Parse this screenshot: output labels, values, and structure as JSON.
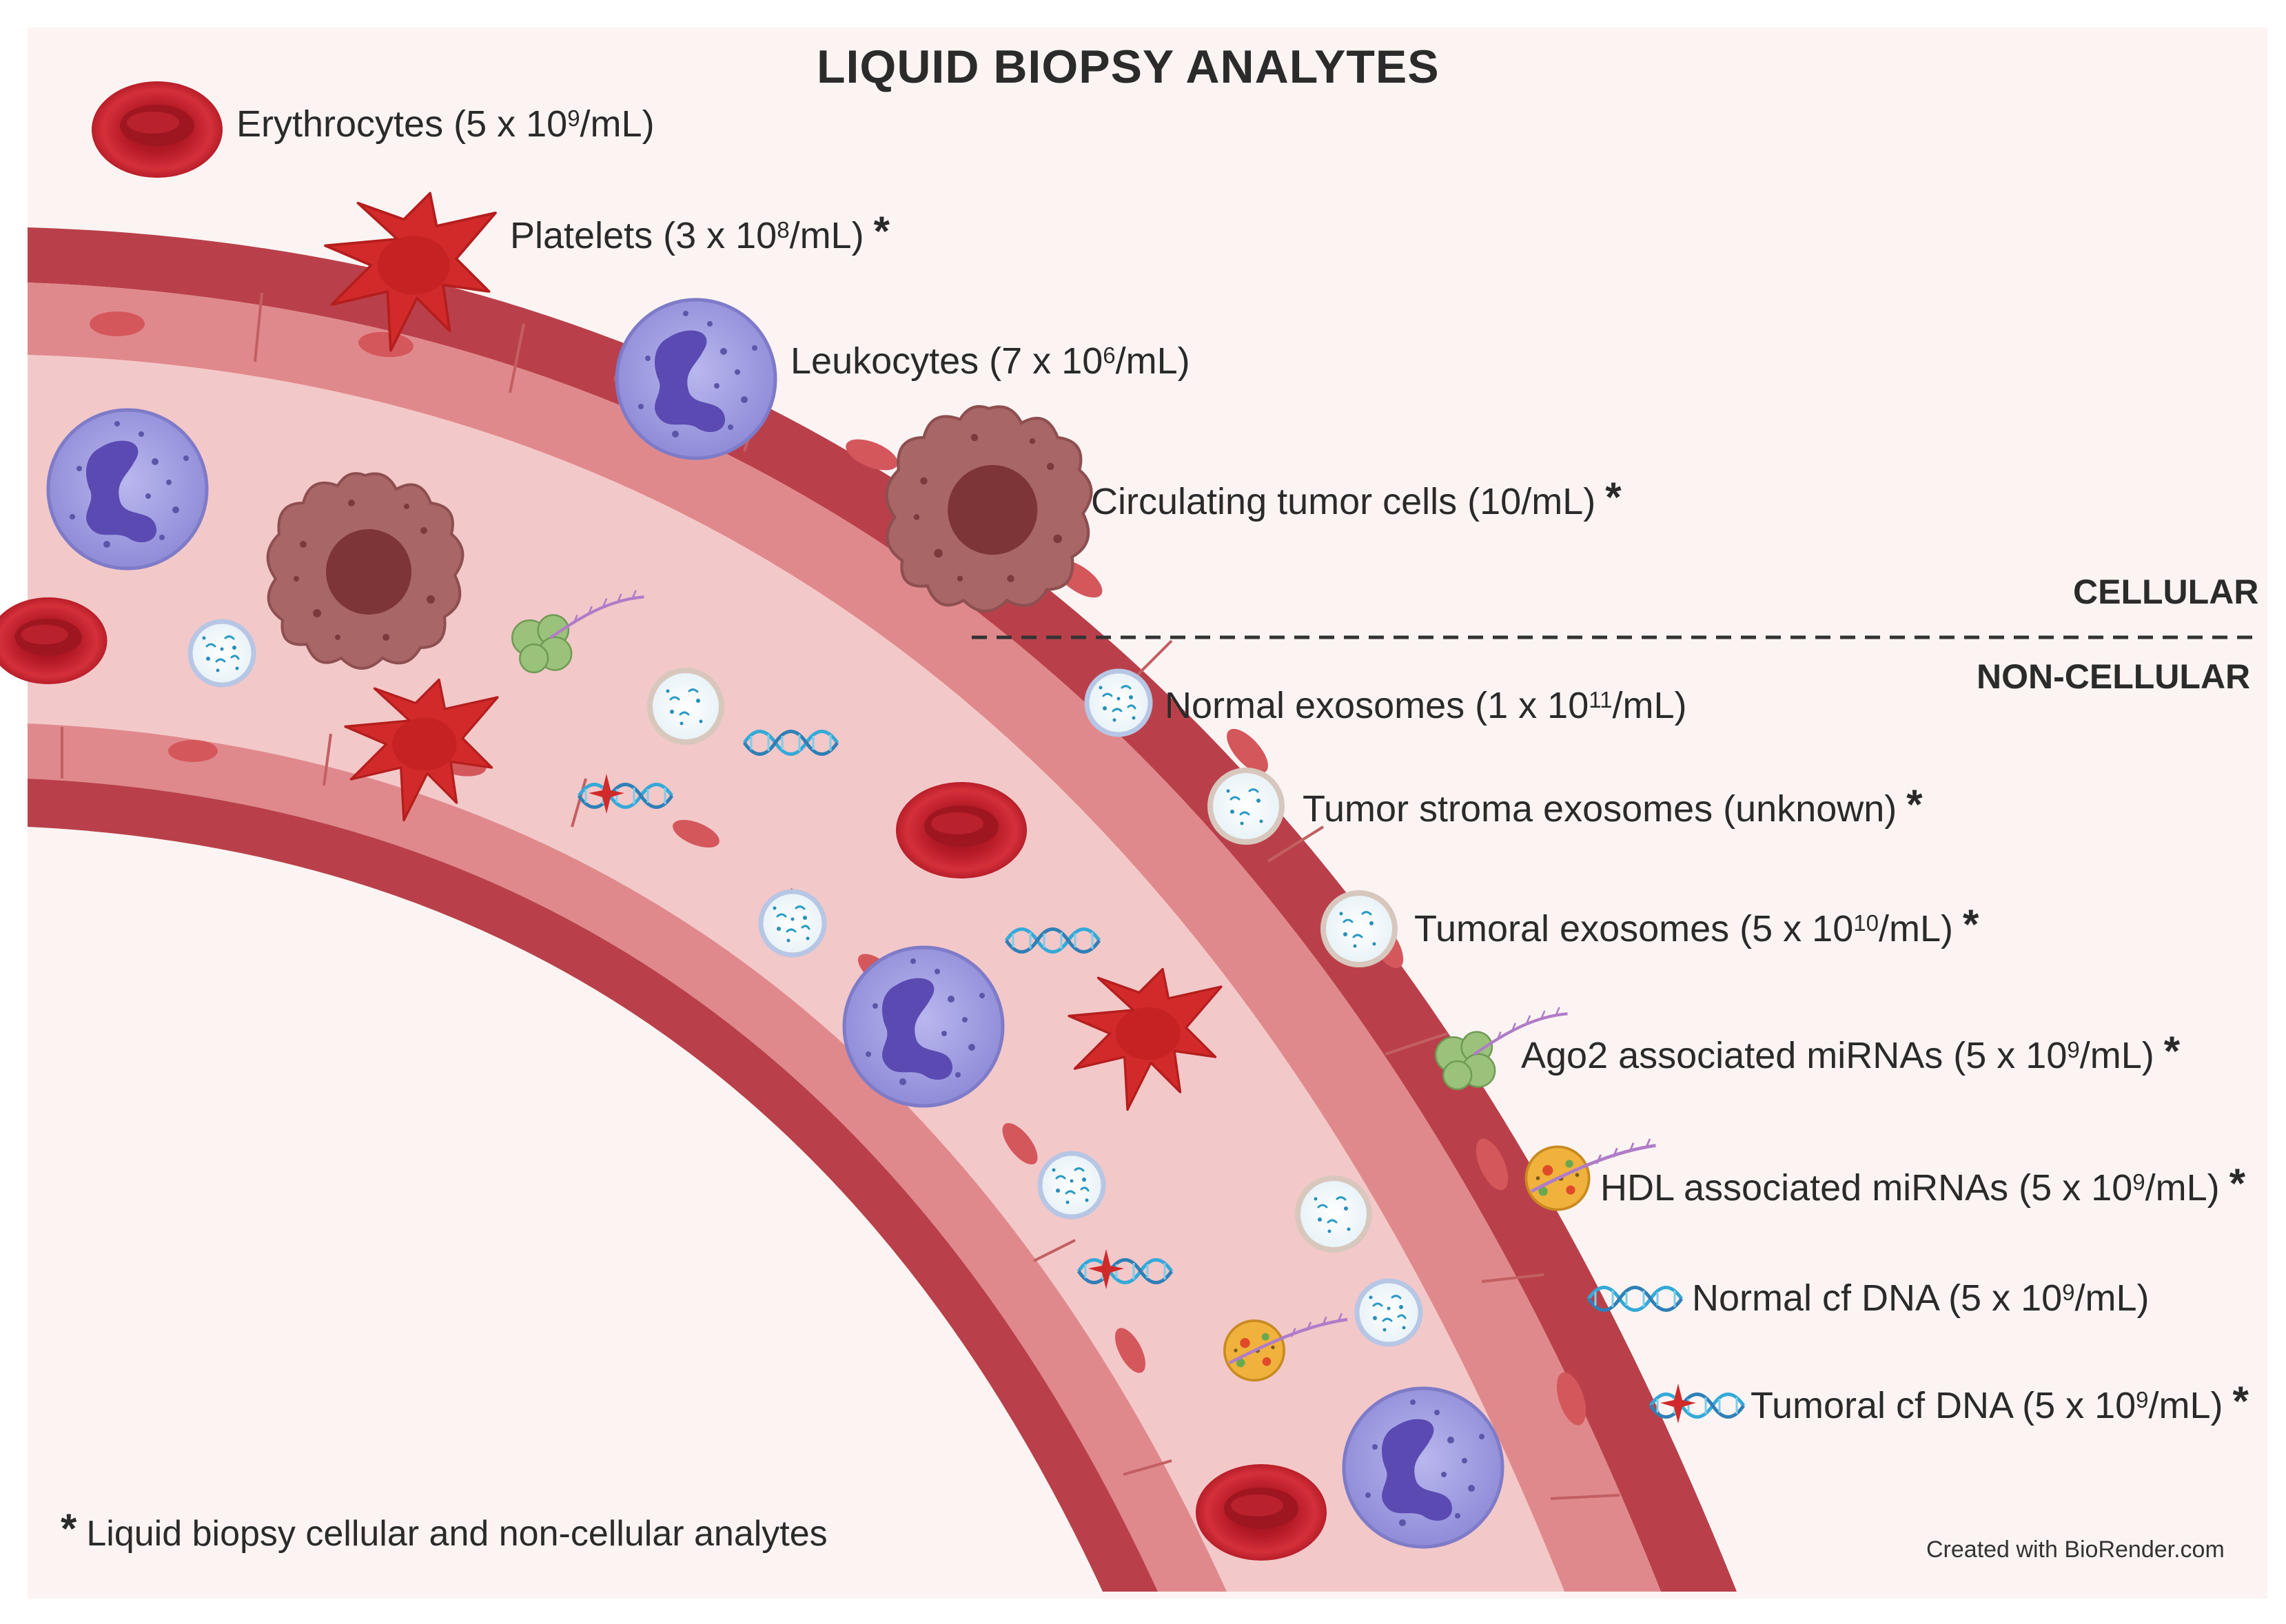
{
  "title": "LIQUID BIOPSY ANALYTES",
  "sections": {
    "cellular": "CELLULAR",
    "non_cellular": "NON-CELLULAR"
  },
  "analytes": [
    {
      "name": "Erythrocytes",
      "base": "Erythrocytes (5 x 10",
      "exp": "9",
      "unit": "/mL)",
      "star": ""
    },
    {
      "name": "Platelets",
      "base": "Platelets (3 x 10",
      "exp": "8",
      "unit": "/mL)",
      "star": "*"
    },
    {
      "name": "Leukocytes",
      "base": "Leukocytes (7 x 10",
      "exp": "6",
      "unit": "/mL)",
      "star": ""
    },
    {
      "name": "Circulating tumor cells",
      "base": "Circulating tumor cells (10/mL)",
      "exp": "",
      "unit": "",
      "star": "*"
    },
    {
      "name": "Normal exosomes",
      "base": "Normal exosomes (1 x 10",
      "exp": "11",
      "unit": "/mL)",
      "star": ""
    },
    {
      "name": "Tumor stroma exosomes",
      "base": "Tumor stroma exosomes (unknown)",
      "exp": "",
      "unit": "",
      "star": "*"
    },
    {
      "name": "Tumoral exosomes",
      "base": "Tumoral exosomes (5 x 10",
      "exp": "10",
      "unit": "/mL)",
      "star": "*"
    },
    {
      "name": "Ago2 associated miRNAs",
      "base": "Ago2 associated miRNAs (5 x 10",
      "exp": "9",
      "unit": "/mL)",
      "star": "*"
    },
    {
      "name": "HDL associated miRNAs",
      "base": "HDL associated miRNAs (5 x 10",
      "exp": "9",
      "unit": "/mL)",
      "star": "*"
    },
    {
      "name": "Normal cf DNA",
      "base": "Normal cf DNA (5 x 10",
      "exp": "9",
      "unit": "/mL)",
      "star": ""
    },
    {
      "name": "Tumoral cf DNA",
      "base": "Tumoral cf DNA (5 x 10",
      "exp": "9",
      "unit": "/mL)",
      "star": "*"
    }
  ],
  "footnote": {
    "star": "*",
    "text": "Liquid biopsy cellular and non-cellular analytes"
  },
  "credit": "Created with BioRender.com",
  "colors": {
    "background": "#fbf4f3",
    "vessel_wall": "#b94047",
    "endothelium": "#e28d8f",
    "lumen": "#f2c7c8",
    "erythrocyte": "#c2202c",
    "platelet": "#d02828",
    "leukocyte": "#a9a7e3",
    "tumor_cell": "#a46465",
    "exosome_ring": "#b8c8e6",
    "dna": "#3ab2e0"
  }
}
